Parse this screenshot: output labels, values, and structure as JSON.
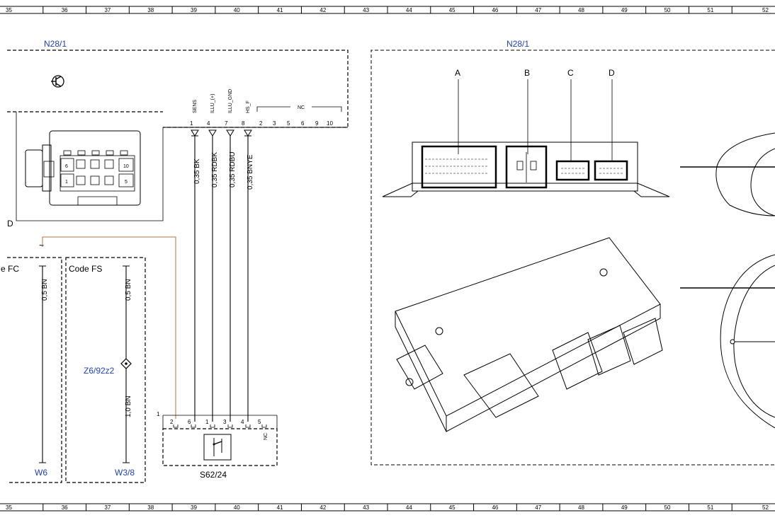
{
  "ruler": {
    "columns": [
      "35",
      "36",
      "37",
      "38",
      "39",
      "40",
      "41",
      "42",
      "43",
      "44",
      "45",
      "46",
      "47",
      "48",
      "49",
      "50",
      "51",
      "52"
    ]
  },
  "left_panel": {
    "component_label": "N28/1",
    "connector_tag": "D",
    "signals": [
      "SENS",
      "ILLU_(+)",
      "ILLU_GND",
      "HS_F"
    ],
    "nc_label": "NC",
    "pins": [
      "1",
      "4",
      "7",
      "8",
      "2",
      "3",
      "5",
      "6",
      "9",
      "10"
    ],
    "connector_pins": [
      "6",
      "10",
      "1",
      "5"
    ],
    "wires": [
      "0,35 BK",
      "0,35 RDBK",
      "0,35 RDBU",
      "0,35 BNYE"
    ],
    "code_fc": "e FC",
    "code_fs": "Code FS",
    "w6_wire": "0,5 BN",
    "fs_wire_top": "0,5 BN",
    "fs_wire_bottom": "1,0 BN",
    "splice": "Z6/92z2",
    "ground_w6": "W6",
    "ground_w3": "W3/8",
    "tilde": "~",
    "switch_label": "S62/24",
    "switch_corner": "1",
    "switch_pins": [
      "2",
      "6",
      "1",
      "3",
      "4",
      "5"
    ],
    "switch_nc": "NC"
  },
  "right_panel": {
    "component_label": "N28/1",
    "connectors": [
      "A",
      "B",
      "C",
      "D"
    ]
  },
  "colors": {
    "accent_blue": "#1f3fbf",
    "wire_brown": "#b0764a"
  }
}
